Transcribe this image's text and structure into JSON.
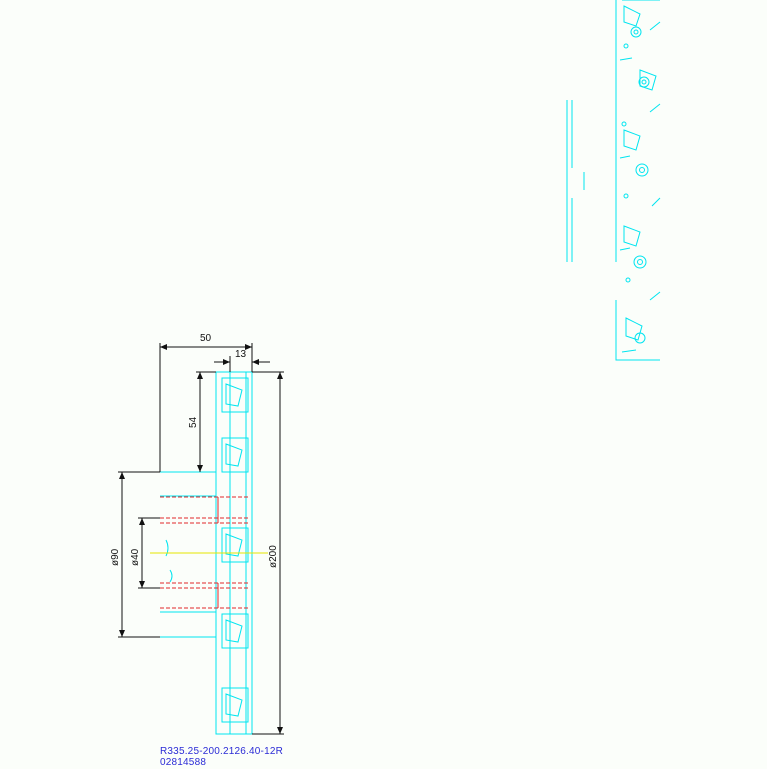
{
  "drawing": {
    "colors": {
      "background": "#fbfefa",
      "cutter_outline": "#00e5f0",
      "dimension_line": "#111111",
      "hidden_line": "#e0282a",
      "center_line": "#e6e600",
      "caption": "#2b2bd6"
    },
    "dimensions": {
      "width_total": "50",
      "width_body": "13",
      "height_top": "54",
      "diameter_outer": "ø200",
      "diameter_hub": "ø90",
      "diameter_bore": "ø40"
    },
    "caption": {
      "part_number": "R335.25-200.2126.40-12R",
      "order_code": "02814588"
    }
  }
}
